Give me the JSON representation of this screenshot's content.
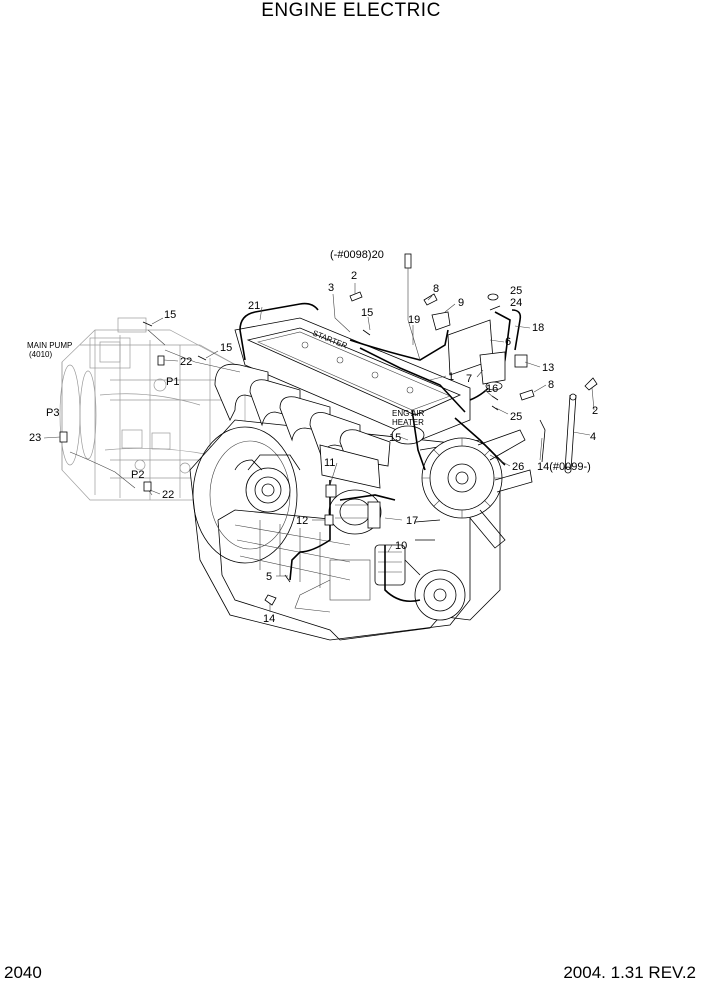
{
  "title": "ENGINE ELECTRIC",
  "footer": {
    "page_number": "2040",
    "revision": "2004. 1.31 REV.2"
  },
  "callouts": {
    "c20": "(-#0098)20",
    "c2a": "2",
    "c3": "3",
    "c8a": "8",
    "c25a": "25",
    "c24": "24",
    "c9": "9",
    "c21": "21",
    "c15a": "15",
    "c19": "19",
    "c18": "18",
    "c6": "6",
    "c15b": "15",
    "c15c": "15",
    "c22a": "22",
    "c13": "13",
    "c1": "1",
    "c7": "7",
    "c8b": "8",
    "c16": "16",
    "c25b": "25",
    "c2b": "2",
    "c4": "4",
    "c15d": "15",
    "c14b": "14(#0099-)",
    "c23": "23",
    "c26": "26",
    "c11": "11",
    "c22b": "22",
    "c12": "12",
    "c17": "17",
    "c10": "10",
    "c5": "5",
    "c14a": "14"
  },
  "labels": {
    "main_pump": "MAIN PUMP",
    "main_pump_ref": "(4010)",
    "p1": "P1",
    "p2": "P2",
    "p3": "P3",
    "eng_air": "ENG AIR",
    "heater": "HEATER",
    "starter": "STARTER"
  }
}
